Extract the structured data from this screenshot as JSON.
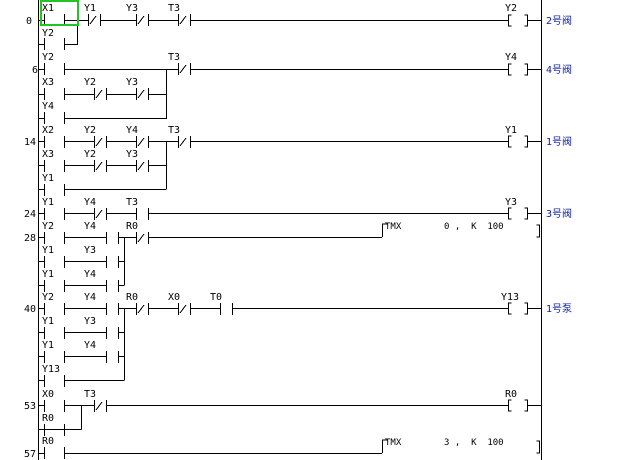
{
  "program": {
    "rungs": [
      {
        "step": "0",
        "coil": "Y2",
        "comment": "2号阀"
      },
      {
        "step": "6",
        "coil": "Y4",
        "comment": "4号阀"
      },
      {
        "step": "14",
        "coil": "Y1",
        "comment": "1号阀"
      },
      {
        "step": "24",
        "coil": "Y3",
        "comment": "3号阀"
      },
      {
        "step": "28",
        "instruction": "TMX",
        "arg": "0 ,  K  100"
      },
      {
        "step": "40",
        "coil": "Y13",
        "comment": "1号泵"
      },
      {
        "step": "53",
        "coil": "R0",
        "comment": ""
      },
      {
        "step": "57",
        "instruction": "TMX",
        "arg": "3 ,  K  100"
      }
    ],
    "contacts": {
      "r0_x1": "X1",
      "r0_y1": "Y1",
      "r0_y3": "Y3",
      "r0_t3": "T3",
      "r0_y2": "Y2",
      "r6_y2": "Y2",
      "r6_t3": "T3",
      "r6_x3": "X3",
      "r6_y2b": "Y2",
      "r6_y3": "Y3",
      "r6_y4": "Y4",
      "r14_x2": "X2",
      "r14_y2": "Y2",
      "r14_y4": "Y4",
      "r14_t3": "T3",
      "r14_x3": "X3",
      "r14_y2b": "Y2",
      "r14_y3": "Y3",
      "r14_y1": "Y1",
      "r24_y1": "Y1",
      "r24_y4": "Y4",
      "r24_t3": "T3",
      "r28_y2": "Y2",
      "r28_y4": "Y4",
      "r28_r0": "R0",
      "r28_y1": "Y1",
      "r28_y3": "Y3",
      "r28_y1b": "Y1",
      "r28_y4b": "Y4",
      "r40_y2": "Y2",
      "r40_y4": "Y4",
      "r40_r0": "R0",
      "r40_x0": "X0",
      "r40_t0": "T0",
      "r40_y1": "Y1",
      "r40_y3": "Y3",
      "r40_y1b": "Y1",
      "r40_y4b": "Y4",
      "r40_y13": "Y13",
      "r53_x0": "X0",
      "r53_t3": "T3",
      "r53_r0": "R0",
      "r57_r0": "R0"
    },
    "selection": {
      "cell": "X1"
    },
    "colors": {
      "comment": "#1020a0",
      "selection": "#22c322",
      "wire": "#000000"
    }
  }
}
